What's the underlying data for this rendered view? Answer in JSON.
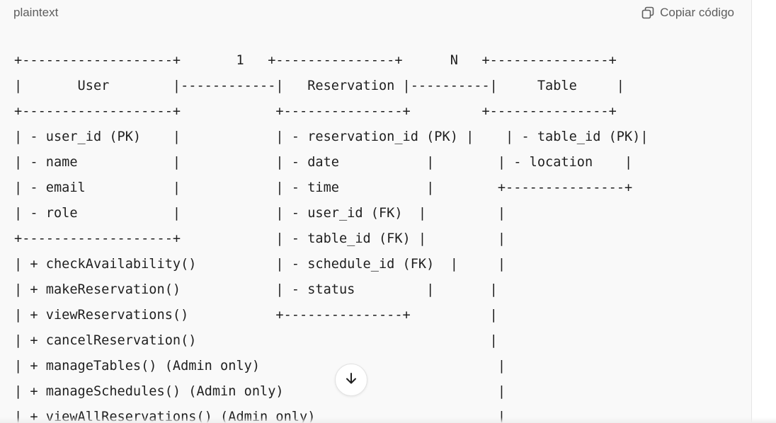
{
  "header": {
    "language": "plaintext",
    "copy_label": "Copiar código"
  },
  "code_lines": [
    "+-------------------+       1   +---------------+      N   +---------------+",
    "|       User        |------------|   Reservation |----------|     Table     |",
    "+-------------------+            +---------------+         +---------------+",
    "| - user_id (PK)    |            | - reservation_id (PK) |    | - table_id (PK)|",
    "| - name            |            | - date           |        | - location    |",
    "| - email           |            | - time           |        +---------------+",
    "| - role            |            | - user_id (FK)  |         |",
    "+-------------------+            | - table_id (FK) |         |",
    "| + checkAvailability()          | - schedule_id (FK)  |     |",
    "| + makeReservation()            | - status         |       |",
    "| + viewReservations()           +---------------+          |",
    "| + cancelReservation()                                     |",
    "| + manageTables() (Admin only)                              |",
    "| + manageSchedules() (Admin only)                           |",
    "| + viewAllReservations() (Admin only)                       |"
  ],
  "icons": {
    "copy": "copy-icon",
    "scroll": "arrow-down-icon"
  }
}
